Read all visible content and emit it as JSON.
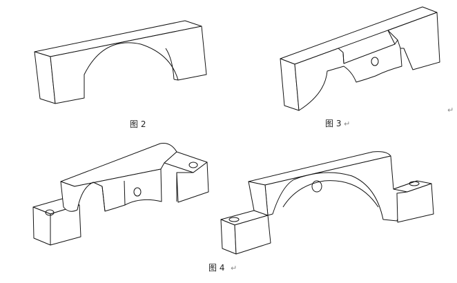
{
  "captions": {
    "fig2": "图 2",
    "fig3": "图 3",
    "fig4": "图 4"
  },
  "marks": {
    "return_symbol": "↵"
  },
  "colors": {
    "line": "#111111",
    "background": "#ffffff",
    "paragraph_mark": "#8a8a8a"
  }
}
